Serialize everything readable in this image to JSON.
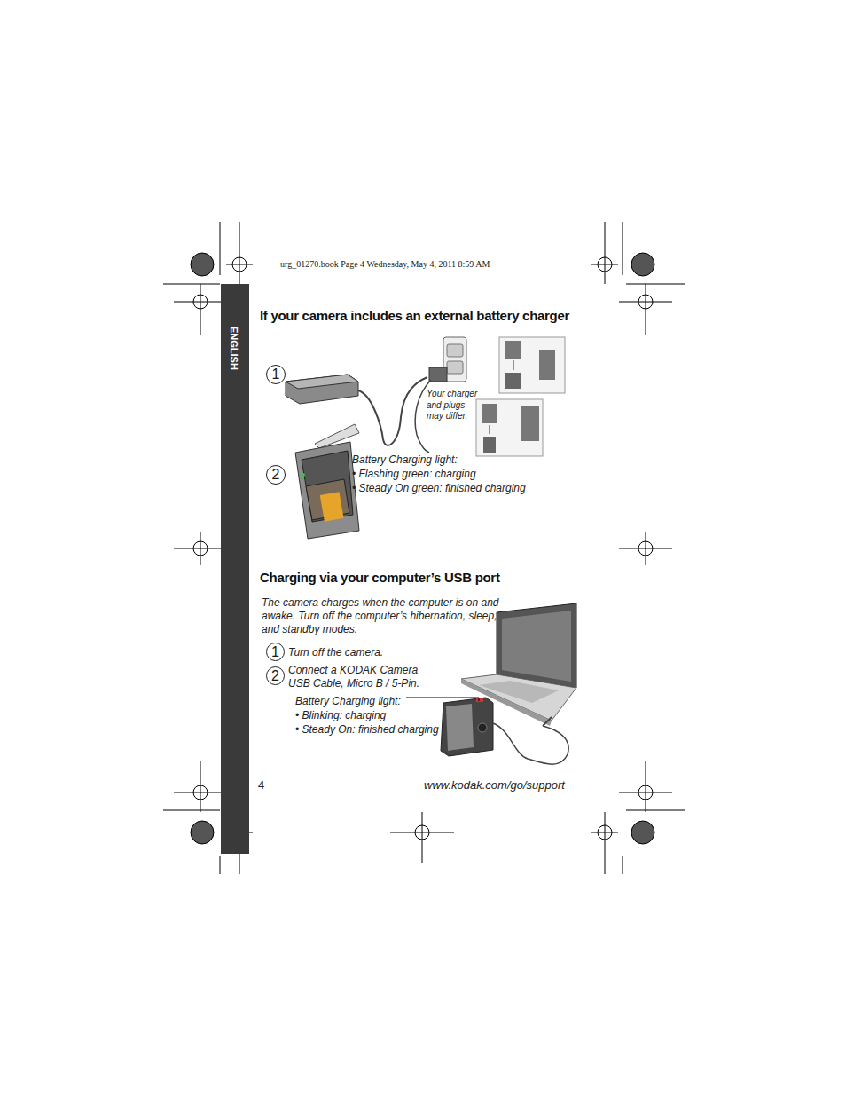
{
  "diagram": {
    "nodes": [
      {
        "text": [
          "1"
        ]
      },
      {
        "text": [
          "2"
        ]
      },
      {
        "text": [
          "1"
        ]
      },
      {
        "text": [
          "2"
        ]
      }
    ],
    "labels": [
      "urg_01270.book  Page 4  Wednesday, May 4, 2011  8:59 AM",
      "ENGLISH",
      "If your camera includes an external battery charger",
      "Your charger and plugs may differ.",
      "Battery Charging light:",
      "• Flashing green: charging",
      "• Steady On green: finished charging",
      "Charging via your computer’s USB port",
      "The camera charges when the computer is on and awake. Turn off the computer’s hibernation, sleep, and standby modes.",
      "Turn off the camera.",
      "Connect a KODAK Camera USB Cable, Micro B / 5-Pin.",
      "Battery Charging light:",
      "• Blinking: charging",
      "• Steady On: finished charging",
      "4",
      "www.kodak.com/go/support"
    ]
  }
}
